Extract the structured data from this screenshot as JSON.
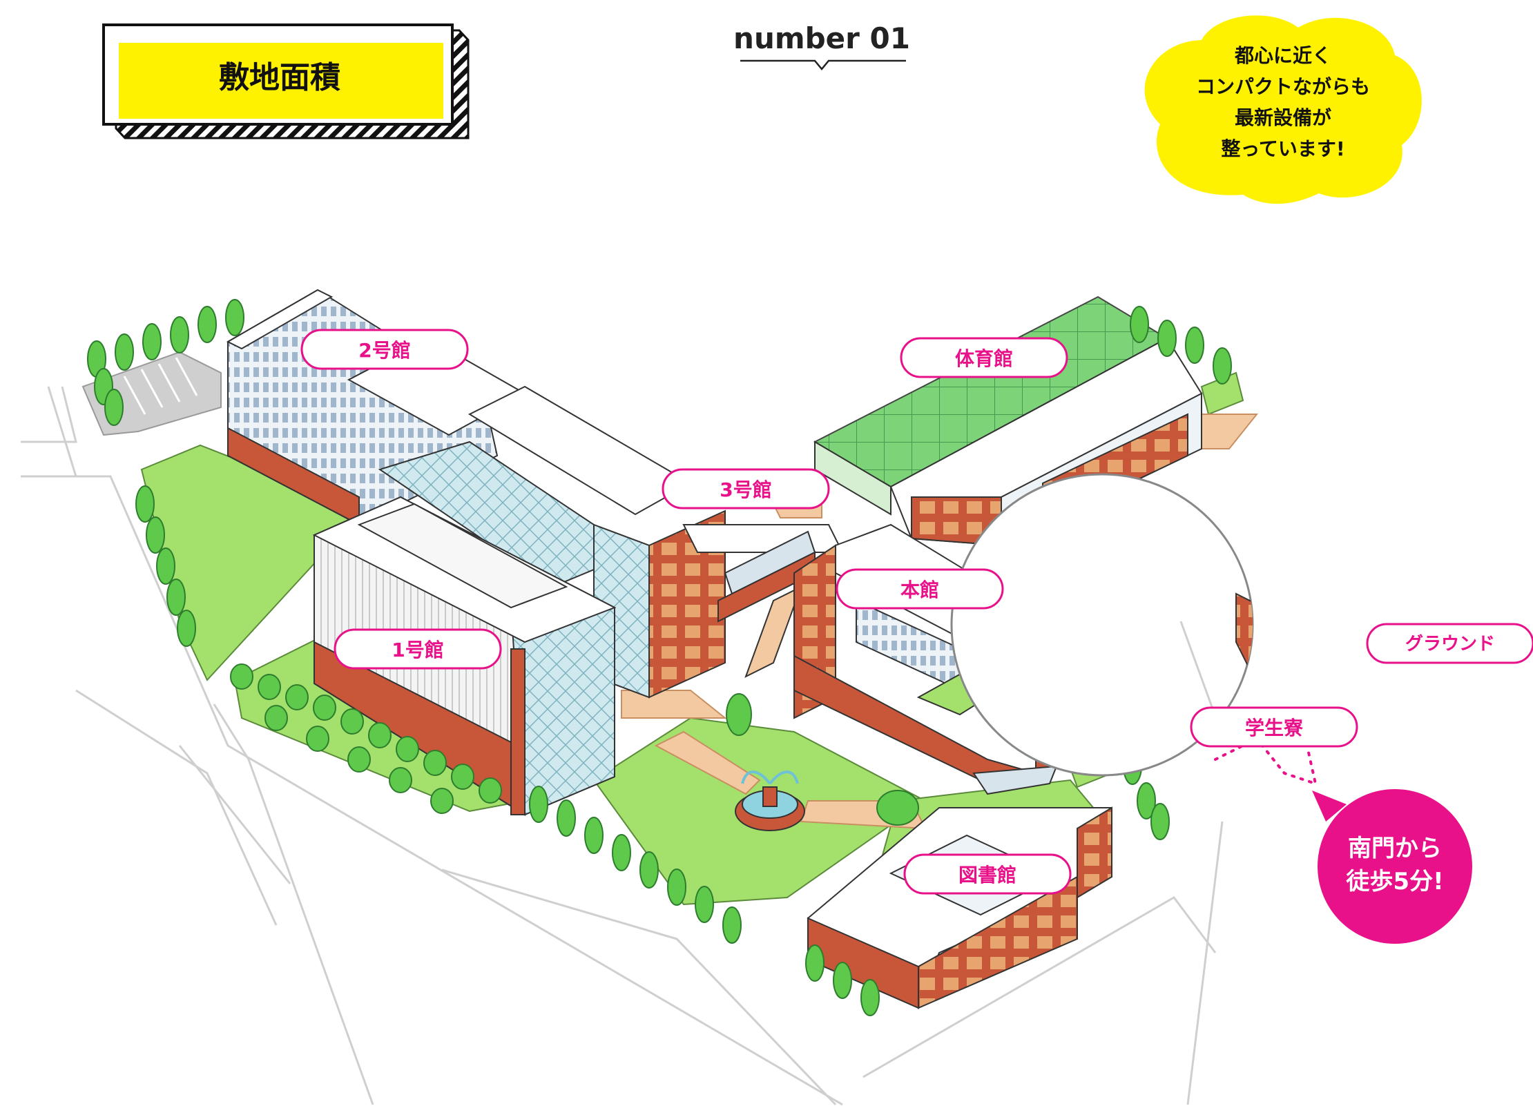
{
  "header": {
    "title": "敷地面積",
    "number_label": "number 01"
  },
  "callout": {
    "lines": [
      "都心に近く",
      "コンパクトながらも",
      "最新設備が",
      "整っています!"
    ]
  },
  "buildings": [
    {
      "id": "no2",
      "label": "2号館"
    },
    {
      "id": "gym",
      "label": "体育館"
    },
    {
      "id": "no3",
      "label": "3号館"
    },
    {
      "id": "main",
      "label": "本館"
    },
    {
      "id": "no1",
      "label": "1号館"
    },
    {
      "id": "library",
      "label": "図書館"
    },
    {
      "id": "ground",
      "label": "グラウンド"
    },
    {
      "id": "dorm",
      "label": "学生寮"
    }
  ],
  "access_badge": {
    "lines": [
      "南門から",
      "徒歩5分!"
    ]
  },
  "colors": {
    "accent_pink": "#e8118a",
    "highlight_yellow": "#fff200",
    "lawn_green": "#a4e06c",
    "tree_green": "#5ec94a",
    "brick": "#c8573a",
    "path_tan": "#f2c9a0"
  }
}
